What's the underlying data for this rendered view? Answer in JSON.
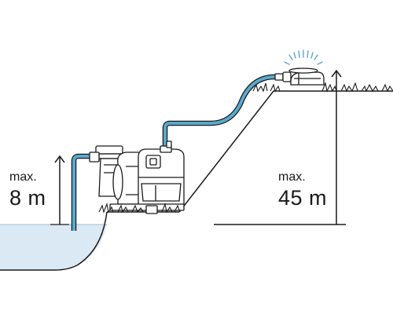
{
  "suction_height": {
    "prefix": "max.",
    "value": "8 m"
  },
  "delivery_height": {
    "prefix": "max.",
    "value": "45 m"
  },
  "components": {
    "water_source": "water-reservoir",
    "pump": "garden-pump",
    "sprinkler": "lawn-sprinkler"
  },
  "colors": {
    "water": "#dbe9f4",
    "hose": "#5aa9cc",
    "outline": "#1a1a1a",
    "pump_body": "#ffffff"
  }
}
